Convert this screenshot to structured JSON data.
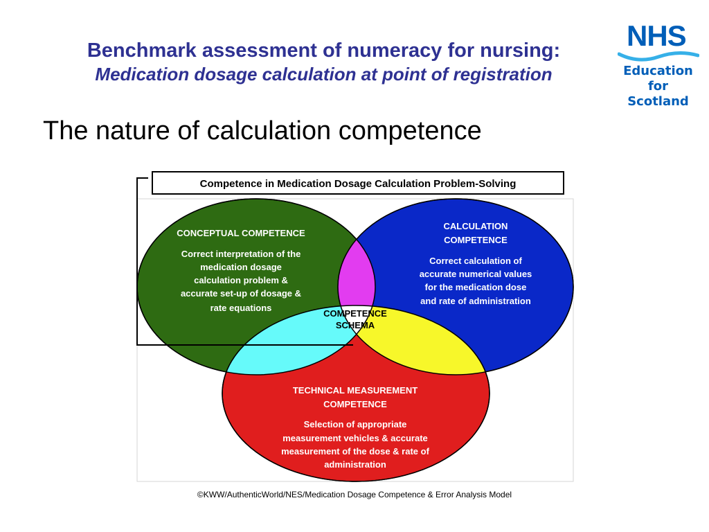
{
  "slide": {
    "title": "Benchmark assessment of numeracy for nursing:",
    "subtitle": "Medication dosage calculation at point of registration",
    "heading": "The nature of calculation competence"
  },
  "logo": {
    "brand": "NHS",
    "lines": [
      "Education",
      "for",
      "Scotland"
    ],
    "color": "#005eb8"
  },
  "diagram": {
    "header": "Competence in Medication Dosage Calculation Problem-Solving",
    "conceptual": {
      "title": "CONCEPTUAL COMPETENCE",
      "lines": [
        "Correct interpretation of the",
        "medication dosage",
        "calculation problem &",
        "accurate set-up of dosage &",
        "rate equations"
      ],
      "color": "#2e6b12"
    },
    "calculation": {
      "title_lines": [
        "CALCULATION",
        "COMPETENCE"
      ],
      "lines": [
        "Correct calculation of",
        "accurate numerical values",
        "for the medication dose",
        "and rate of administration"
      ],
      "color": "#0a28c8"
    },
    "technical": {
      "title_lines": [
        "TECHNICAL MEASUREMENT",
        "COMPETENCE"
      ],
      "lines": [
        "Selection of appropriate",
        "measurement vehicles & accurate",
        "measurement of the dose & rate of",
        "administration"
      ],
      "color": "#e01e1e"
    },
    "center": {
      "lines": [
        "COMPETENCE",
        "SCHEMA"
      ]
    },
    "overlap_colors": {
      "conceptual_calculation": "#e23cf0",
      "conceptual_technical": "#66fafa",
      "calculation_technical": "#f7f72a"
    }
  },
  "copyright": "©KWW/AuthenticWorld/NES/Medication Dosage Competence & Error Analysis Model"
}
